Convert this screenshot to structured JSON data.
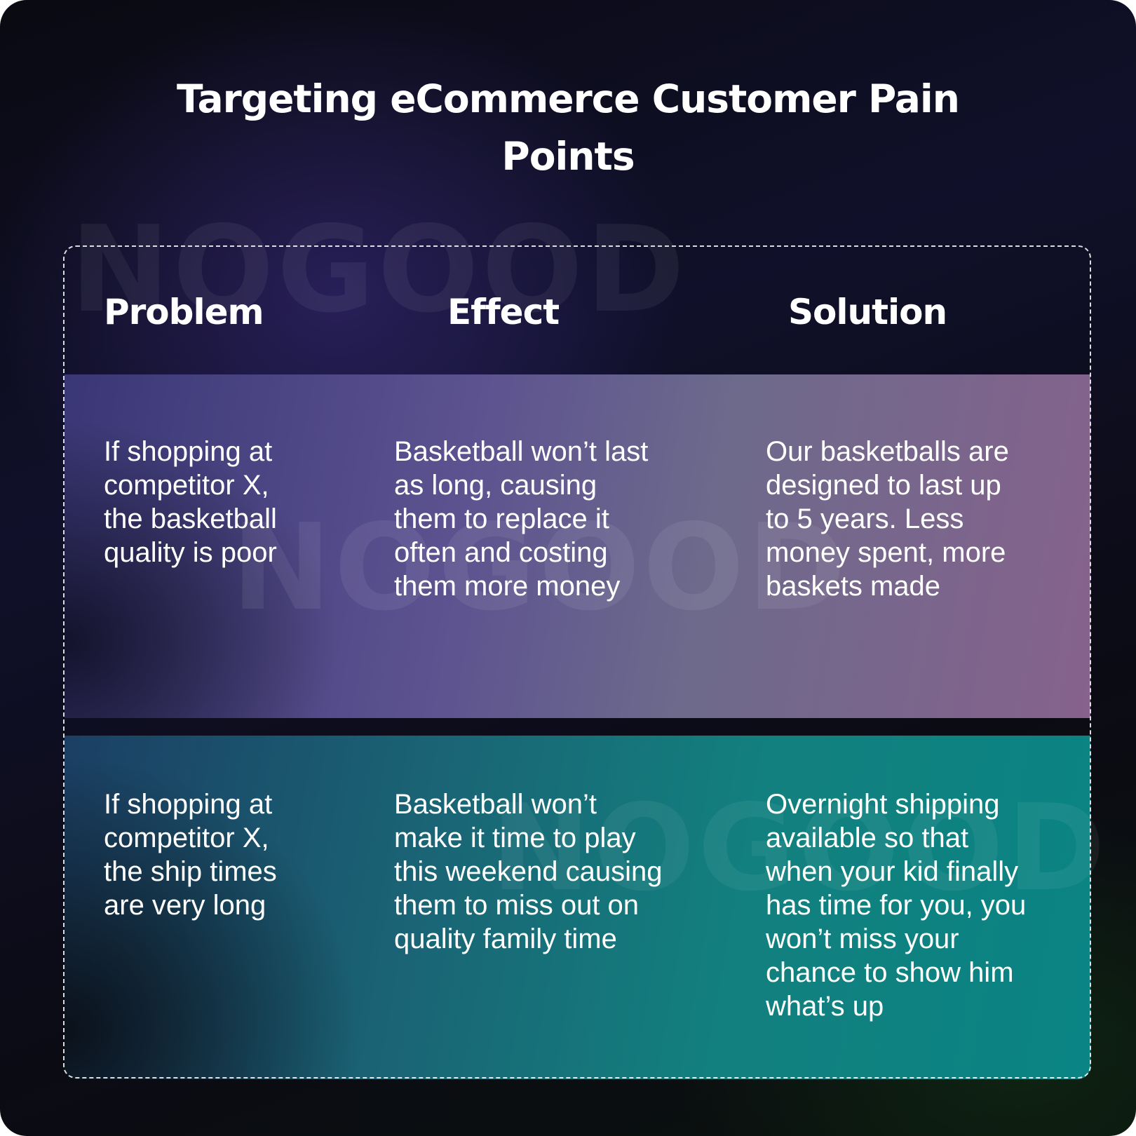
{
  "title": "Targeting eCommerce Customer Pain Points",
  "watermark": "NOGOOD",
  "headers": [
    "Problem",
    "Effect",
    "Solution"
  ],
  "rows": [
    {
      "problem": "If shopping at\ncompetitor X,\nthe basketball\nquality is poor",
      "effect": "Basketball won’t last\nas long, causing\nthem to replace it\noften and costing\nthem more money",
      "solution": "Our basketballs are\ndesigned to last up\nto 5 years. Less\nmoney spent, more\nbaskets made"
    },
    {
      "problem": "If shopping at\ncompetitor X,\nthe ship times\nare very long",
      "effect": "Basketball won’t\nmake it time to play\nthis weekend causing\nthem to miss out on\nquality family time",
      "solution": "Overnight shipping\navailable so that\nwhen your kid finally\nhas time for you, you\nwon’t miss your\nchance to show him\nwhat’s up"
    }
  ],
  "colors": {
    "row1_start": "#3a3776",
    "row1_end": "#86628c",
    "row2_start": "#1b3f63",
    "row2_end": "#0a8484",
    "background": "#0a0a12"
  }
}
